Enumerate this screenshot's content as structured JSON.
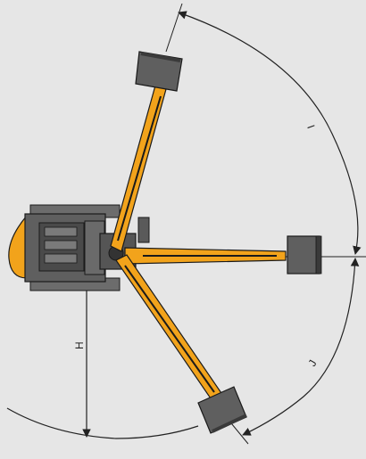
{
  "diagram": {
    "colors": {
      "background": "#e6e6e6",
      "body_gray": "#5f5f5f",
      "body_dark": "#3a3a3a",
      "boom_yellow": "#f2a31b",
      "outline": "#1a1a1a",
      "dimension": "#222222"
    },
    "dimension_labels": {
      "left_swing": "I",
      "right_swing": "J",
      "offset": "H"
    }
  }
}
